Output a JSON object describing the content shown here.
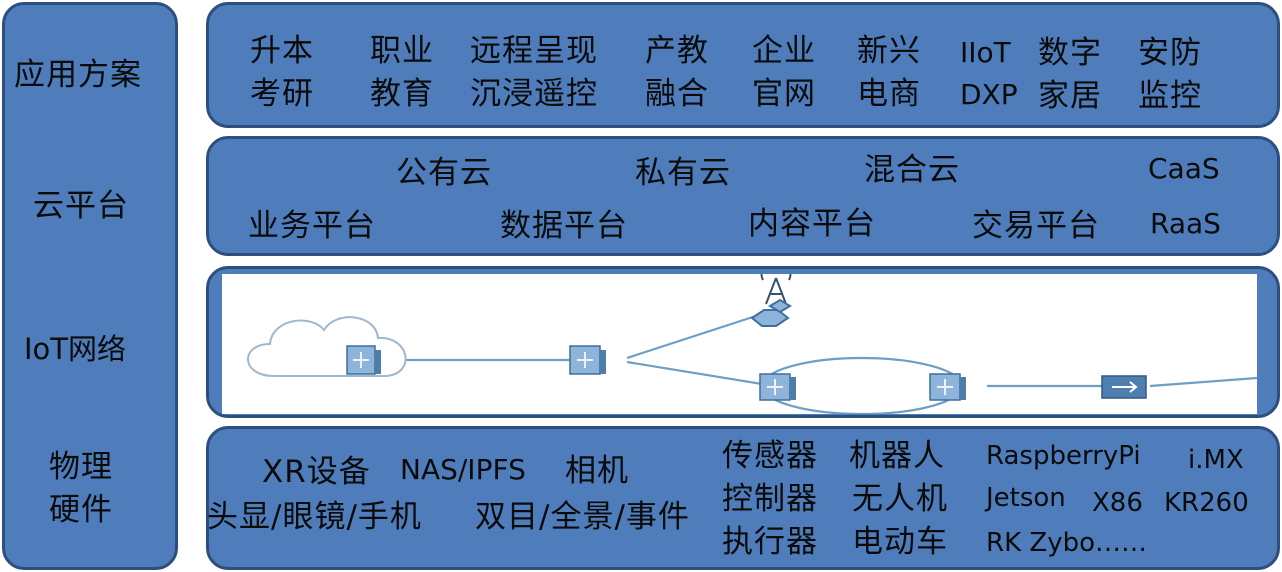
{
  "layers": {
    "app": "应用方案",
    "cloud": "云平台",
    "iot": "IoT网络",
    "hw_line1": "物理",
    "hw_line2": "硬件"
  },
  "app": [
    {
      "line1": "升本",
      "line2": "考研"
    },
    {
      "line1": "职业",
      "line2": "教育"
    },
    {
      "line1": "远程呈现",
      "line2": "沉浸遥控"
    },
    {
      "line1": "产教",
      "line2": "融合"
    },
    {
      "line1": "企业",
      "line2": "官网"
    },
    {
      "line1": "新兴",
      "line2": "电商"
    },
    {
      "line1": "IIoT",
      "line2": "DXP"
    },
    {
      "line1": "数字",
      "line2": "家居"
    },
    {
      "line1": "安防",
      "line2": "监控"
    }
  ],
  "cloud": {
    "row1": [
      "公有云",
      "私有云",
      "混合云"
    ],
    "row2": [
      "业务平台",
      "数据平台",
      "内容平台",
      "交易平台"
    ],
    "right": [
      "CaaS",
      "RaaS"
    ]
  },
  "hardware": {
    "xr": "XR设备",
    "nas": "NAS/IPFS",
    "camera": "相机",
    "hmd": "头显/眼镜/手机",
    "stereo": "双目/全景/事件",
    "sensor": "传感器",
    "controller": "控制器",
    "actuator": "执行器",
    "robot": "机器人",
    "drone": "无人机",
    "ev": "电动车",
    "rpi": "RaspberryPi",
    "imx": "i.MX",
    "jetson": "Jetson",
    "x86": "X86",
    "kr260": "KR260",
    "rk_zybo": "RK  Zybo……"
  },
  "colors": {
    "panel": "#4f7dbb",
    "panel_border": "#2c4f7e",
    "text": "#0b0b0b"
  }
}
